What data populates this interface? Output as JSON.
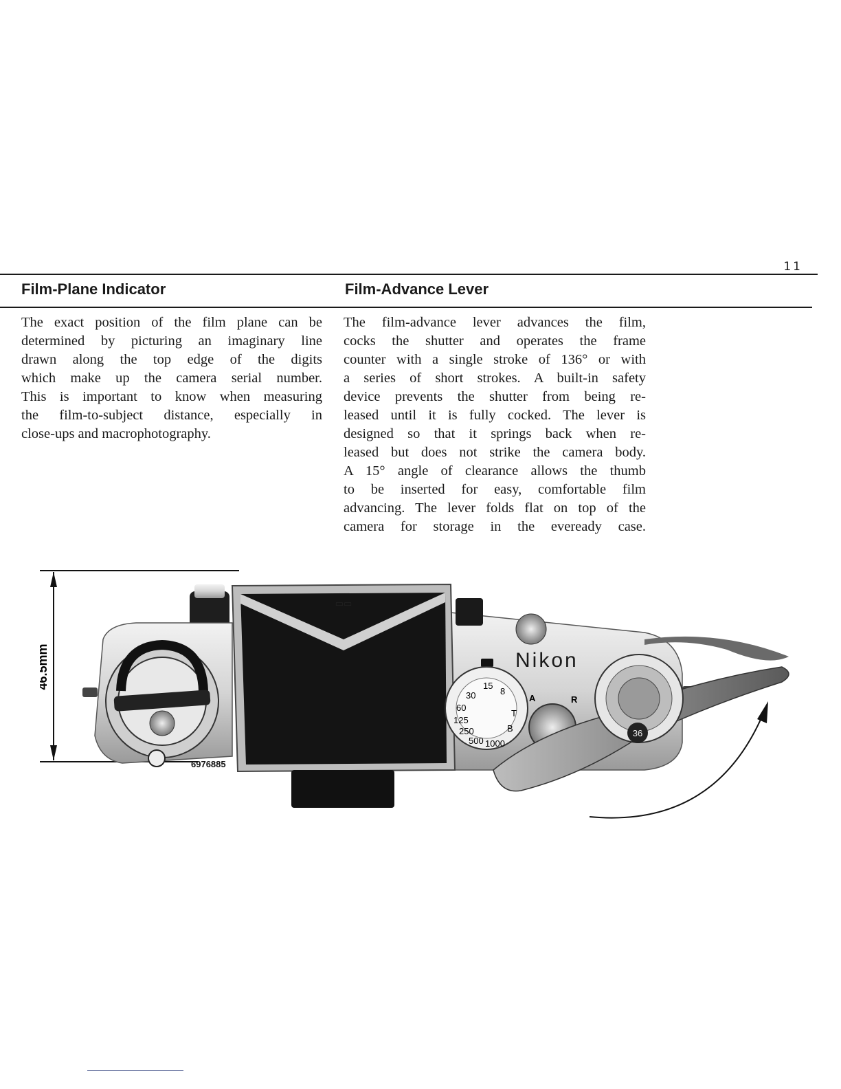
{
  "page": {
    "number": "11"
  },
  "sections": [
    {
      "heading": "Film-Plane Indicator",
      "lines": [
        "The exact position of the film plane can be",
        "determined by picturing an imaginary line",
        "drawn along the top edge of the digits",
        "which make up the camera serial number.",
        "This is important to know when measuring",
        "the film-to-subject distance, especially in",
        "close-ups and macrophotography."
      ]
    },
    {
      "heading": "Film-Advance Lever",
      "lines": [
        "The film-advance lever advances the film,",
        "cocks the shutter and operates the frame",
        "counter with a single stroke of 136° or with",
        "a series of short strokes. A built-in safety",
        "device prevents the shutter from being re-",
        "leased until it is fully cocked. The lever is",
        "designed so that it springs back when re-",
        "leased but does not strike the camera body.",
        "A 15° angle of clearance allows the thumb",
        "to be inserted for easy, comfortable film",
        "advancing. The lever folds flat on top of the",
        "camera for storage in the eveready case."
      ]
    }
  ],
  "figure": {
    "dimension_label": "46.5mm",
    "brand": "Nikon",
    "serial_number": "6976885",
    "frame_counter_value": "36",
    "dial_marks": [
      "A",
      "R"
    ],
    "shutter_speeds": [
      "15",
      "8",
      "30",
      "60",
      "125",
      "250",
      "500",
      "1000",
      "B",
      "T"
    ]
  }
}
